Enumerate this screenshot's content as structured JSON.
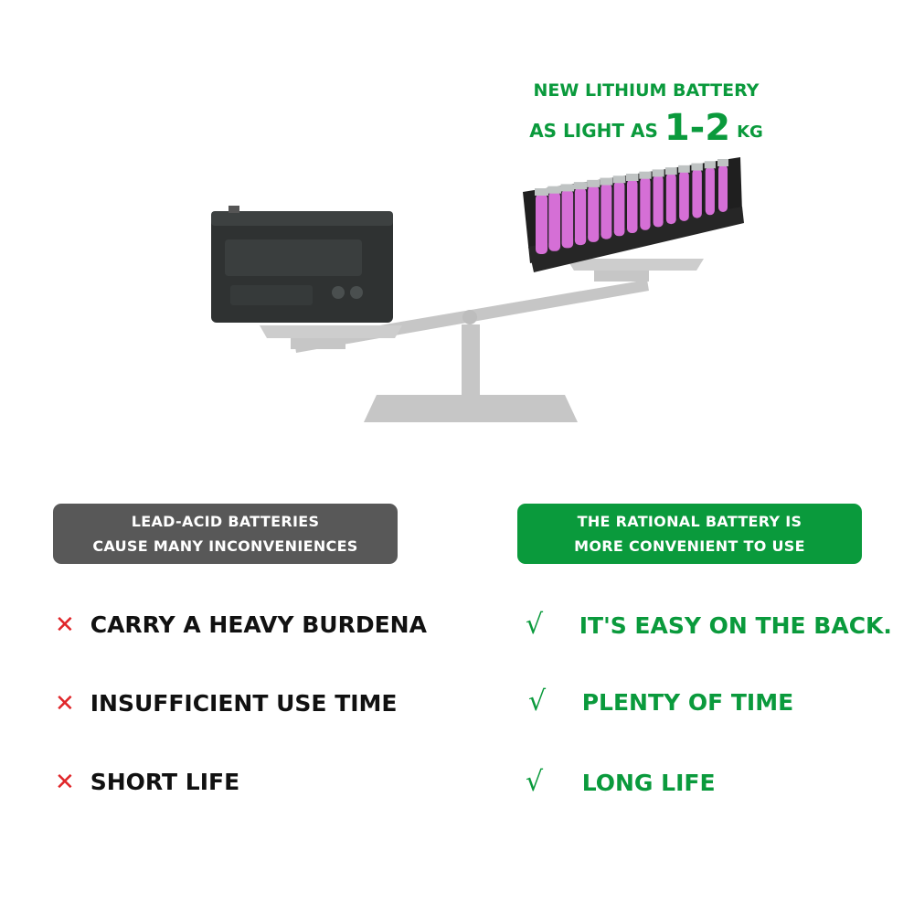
{
  "headline": {
    "line1": "NEW LITHIUM BATTERY",
    "line2_prefix": "AS LIGHT AS",
    "line2_value": "1-2",
    "line2_unit": "KG"
  },
  "left_panel": {
    "line1": "LEAD-ACID BATTERIES",
    "line2": "CAUSE MANY INCONVENIENCES"
  },
  "right_panel": {
    "line1": "THE RATIONAL BATTERY IS",
    "line2": "MORE CONVENIENT TO USE"
  },
  "cons": [
    {
      "icon": "cross-icon",
      "symbol": "✕",
      "text": "CARRY A HEAVY BURDENA"
    },
    {
      "icon": "cross-icon",
      "symbol": "✕",
      "text": "INSUFFICIENT USE TIME"
    },
    {
      "icon": "cross-icon",
      "symbol": "✕",
      "text": "SHORT LIFE"
    }
  ],
  "pros": [
    {
      "icon": "check-icon",
      "symbol": "√",
      "text": "IT'S EASY ON THE BACK."
    },
    {
      "icon": "check-icon",
      "symbol": "√",
      "text": "PLENTY OF TIME"
    },
    {
      "icon": "check-icon",
      "symbol": "√",
      "text": "LONG LIFE"
    }
  ],
  "colors": {
    "green": "#0a9a3c",
    "dark_gray": "#585858",
    "red": "#e0262a",
    "scale_gray": "#c8c8c8",
    "cell_pink": "#d56fd6"
  }
}
